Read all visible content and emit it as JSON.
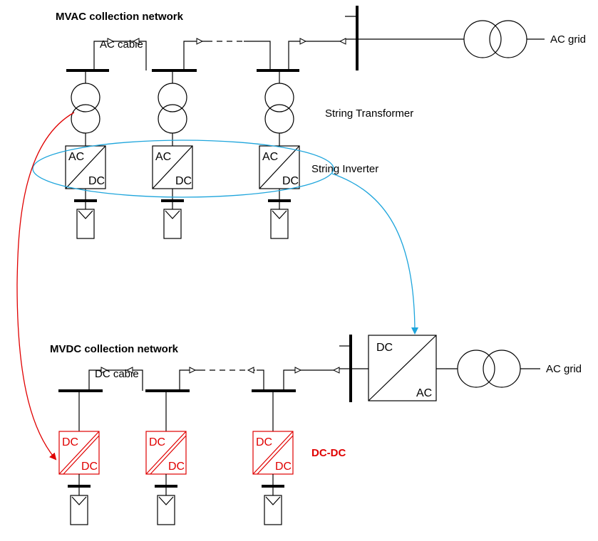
{
  "top": {
    "title": "MVAC collection network",
    "cable_label": "AC cable",
    "grid_label": "AC grid",
    "transformer_label": "String Transformer",
    "inverter_label": "String Inverter",
    "converter_top": "AC",
    "converter_bottom": "DC"
  },
  "bottom": {
    "title": "MVDC collection network",
    "cable_label": "DC cable",
    "grid_label": "AC grid",
    "central_top": "DC",
    "central_bottom": "AC",
    "dcdc_label": "DC-DC",
    "dcdc_top": "DC",
    "dcdc_bottom": "DC"
  },
  "colors": {
    "line": "#000000",
    "dcdc": "#e00000",
    "inverter_highlight": "#1ea5dc"
  }
}
